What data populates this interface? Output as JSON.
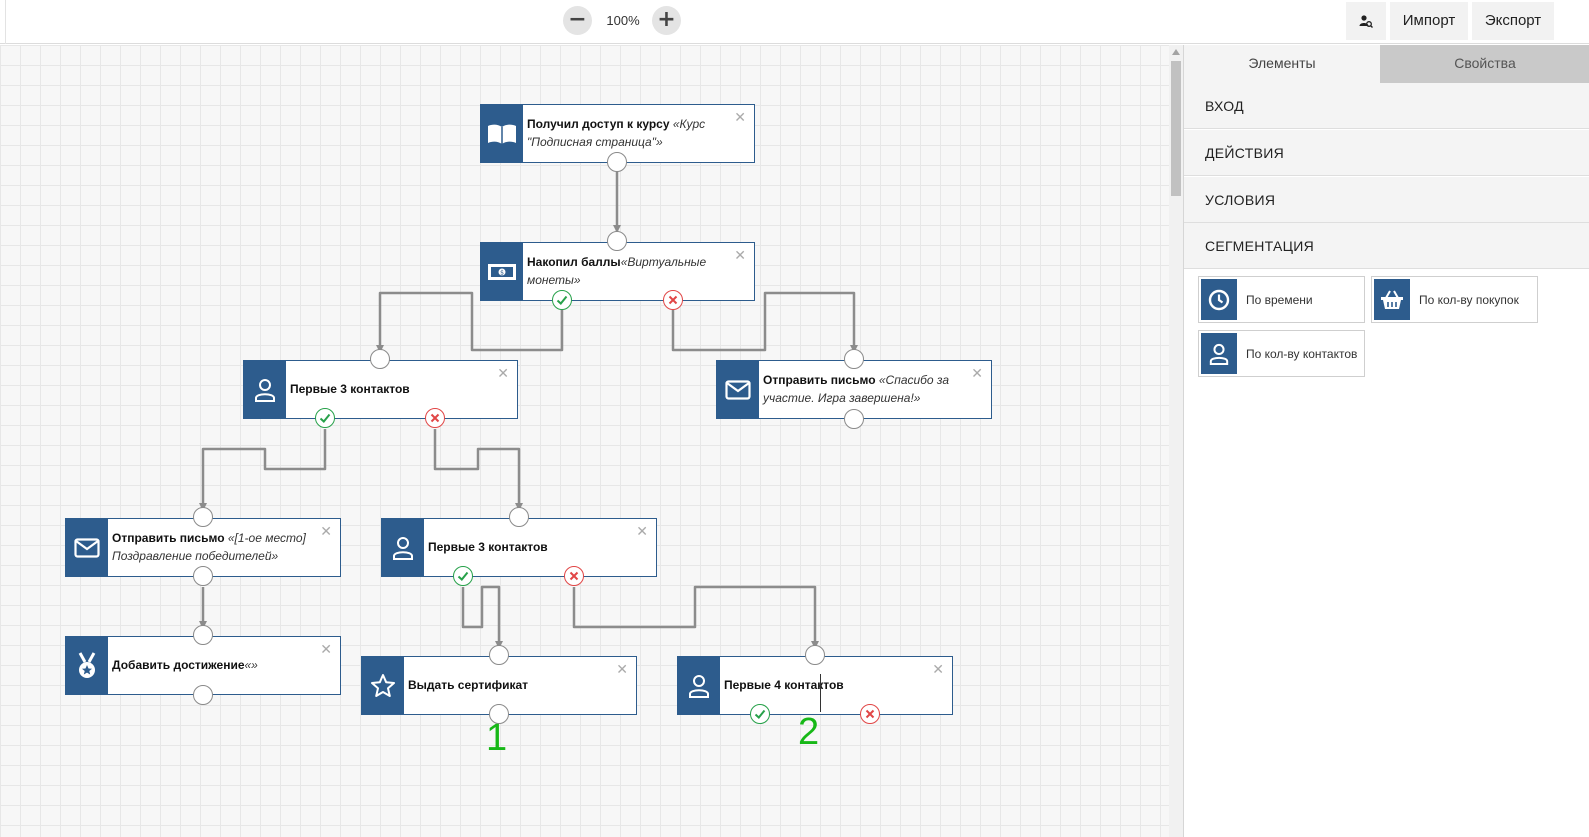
{
  "toolbar": {
    "zoom_out_label": "−",
    "zoom_level": "100%",
    "zoom_in_label": "+",
    "user_search_icon": "user-search-icon",
    "import_label": "Импорт",
    "export_label": "Экспорт"
  },
  "nodes": {
    "course_access": {
      "icon": "book-icon",
      "title": "Получил доступ к курсу",
      "detail": "«Курс \"Подписная страница\"»"
    },
    "points": {
      "icon": "money-icon",
      "title": "Накопил баллы",
      "detail": "«Виртуальные монеты»"
    },
    "first3_a": {
      "icon": "user-icon",
      "title": "Первые 3 контактов",
      "detail": ""
    },
    "send_thanks": {
      "icon": "envelope-icon",
      "title": "Отправить письмо",
      "detail": "«Спасибо за участие. Игра завершена!»"
    },
    "send_winner": {
      "icon": "envelope-icon",
      "title": "Отправить письмо",
      "detail": "«[1-ое место] Поздравление победителей»"
    },
    "first3_b": {
      "icon": "user-icon",
      "title": "Первые 3 контактов",
      "detail": ""
    },
    "achievement": {
      "icon": "medal-icon",
      "title": "Добавить достижение",
      "detail": "«»"
    },
    "certificate": {
      "icon": "star-icon",
      "title": "Выдать сертификат",
      "detail": ""
    },
    "first4": {
      "icon": "user-icon",
      "title": "Первые 4 контактов",
      "detail": ""
    }
  },
  "close_glyph": "✕",
  "annotations": {
    "one": "1",
    "two": "2"
  },
  "colors": {
    "node_blue": "#2d5c8d",
    "success": "#27a14a",
    "fail": "#e14646",
    "wire": "#8c8c8c"
  },
  "panel": {
    "tabs": [
      "Элементы",
      "Свойства"
    ],
    "sections": [
      "ВХОД",
      "ДЕЙСТВИЯ",
      "УСЛОВИЯ",
      "СЕГМЕНТАЦИЯ"
    ],
    "cards": [
      {
        "icon": "clock-icon",
        "label": "По времени"
      },
      {
        "icon": "basket-icon",
        "label": "По кол-ву покупок"
      },
      {
        "icon": "user-icon",
        "label": "По кол-ву контактов"
      }
    ]
  }
}
